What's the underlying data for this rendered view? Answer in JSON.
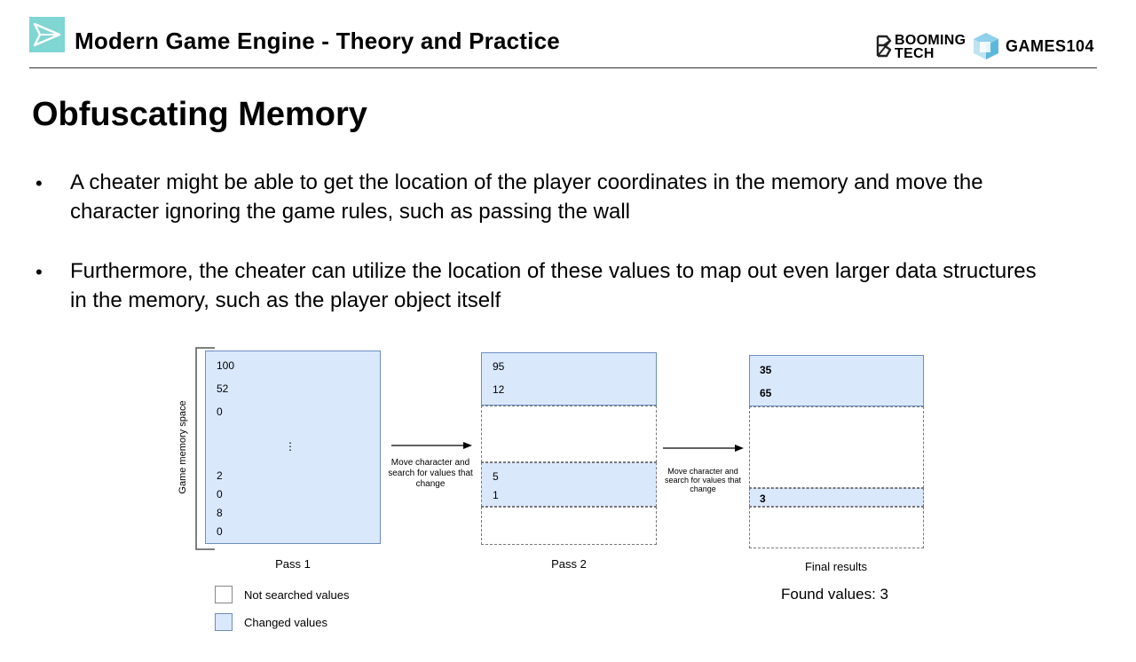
{
  "header": {
    "title": "Modern Game Engine - Theory and Practice",
    "booming_line1": "BOOMING",
    "booming_line2": "TECH",
    "games_logo": "GAMES104"
  },
  "slide": {
    "title": "Obfuscating Memory",
    "bullets": [
      "A cheater might be able to get the location of the player coordinates in the memory and move the character ignoring the game rules, such as passing the wall",
      "Furthermore, the cheater can utilize the location of these values to map out even larger data structures in the memory, such as the player object itself"
    ]
  },
  "diagram": {
    "axis_label": "Game memory space",
    "pass1": {
      "caption": "Pass 1",
      "values": [
        "100",
        "52",
        "0",
        "⋮",
        "2",
        "0",
        "8",
        "0"
      ]
    },
    "arrow1_label": "Move character  and search for values that change",
    "pass2": {
      "caption": "Pass 2",
      "top_values": [
        "95",
        "12"
      ],
      "mid_values": [
        "5",
        "1"
      ]
    },
    "arrow2_label": "Move character  and search for values that change",
    "final": {
      "caption": "Final results",
      "top_values": [
        "35",
        "65"
      ],
      "mid_values": [
        "3"
      ]
    },
    "found_values": "Found values: 3",
    "legend": [
      {
        "label": "Not searched values",
        "color": "#ffffff"
      },
      {
        "label": "Changed values",
        "color": "#dae8fc"
      }
    ]
  },
  "colors": {
    "accent": "#7fd6d3",
    "changed": "#dae8fc",
    "changed_border": "#6c8ebf"
  }
}
